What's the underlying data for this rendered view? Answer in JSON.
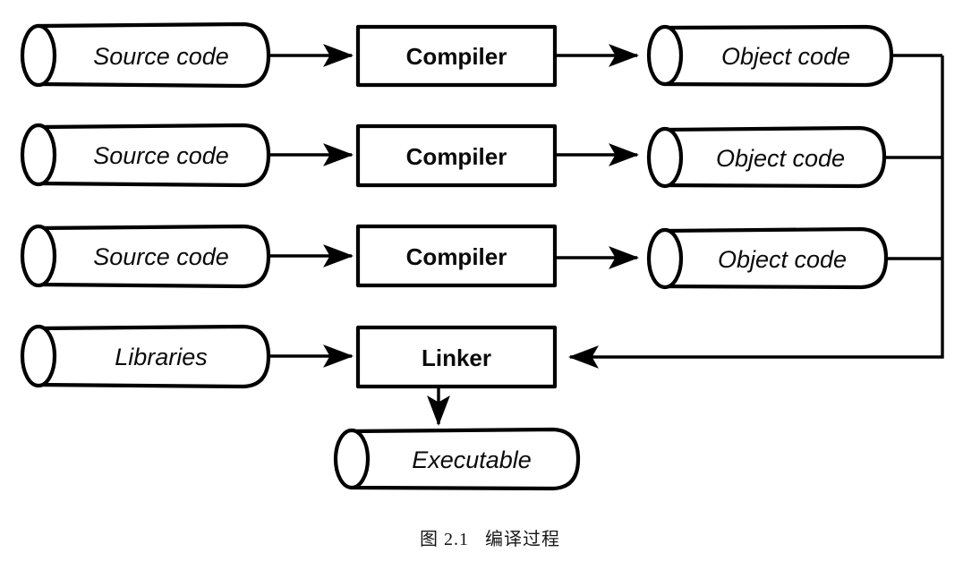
{
  "figure": {
    "caption": "图 2.1   编译过程",
    "caption_number": "2.1",
    "caption_title": "编译过程",
    "background_color": "#ffffff",
    "stroke_color": "#000000"
  },
  "nodes": {
    "source_code_1": {
      "label": "Source code",
      "shape": "cylinder"
    },
    "source_code_2": {
      "label": "Source code",
      "shape": "cylinder"
    },
    "source_code_3": {
      "label": "Source code",
      "shape": "cylinder"
    },
    "libraries": {
      "label": "Libraries",
      "shape": "cylinder"
    },
    "compiler_1": {
      "label": "Compiler",
      "shape": "rectangle"
    },
    "compiler_2": {
      "label": "Compiler",
      "shape": "rectangle"
    },
    "compiler_3": {
      "label": "Compiler",
      "shape": "rectangle"
    },
    "linker": {
      "label": "Linker",
      "shape": "rectangle"
    },
    "object_code_1": {
      "label": "Object code",
      "shape": "cylinder"
    },
    "object_code_2": {
      "label": "Object code",
      "shape": "cylinder"
    },
    "object_code_3": {
      "label": "Object code",
      "shape": "cylinder"
    },
    "executable": {
      "label": "Executable",
      "shape": "cylinder"
    }
  },
  "edges": [
    {
      "from": "source_code_1",
      "to": "compiler_1",
      "arrow": "right"
    },
    {
      "from": "compiler_1",
      "to": "object_code_1",
      "arrow": "right"
    },
    {
      "from": "source_code_2",
      "to": "compiler_2",
      "arrow": "right"
    },
    {
      "from": "compiler_2",
      "to": "object_code_2",
      "arrow": "right"
    },
    {
      "from": "source_code_3",
      "to": "compiler_3",
      "arrow": "right"
    },
    {
      "from": "compiler_3",
      "to": "object_code_3",
      "arrow": "right"
    },
    {
      "from": "libraries",
      "to": "linker",
      "arrow": "right"
    },
    {
      "from": "object_code_1",
      "to": "linker",
      "arrow": "left",
      "routing": "bus"
    },
    {
      "from": "object_code_2",
      "to": "linker",
      "arrow": "left",
      "routing": "bus"
    },
    {
      "from": "object_code_3",
      "to": "linker",
      "arrow": "left",
      "routing": "bus"
    },
    {
      "from": "linker",
      "to": "executable",
      "arrow": "down"
    }
  ]
}
